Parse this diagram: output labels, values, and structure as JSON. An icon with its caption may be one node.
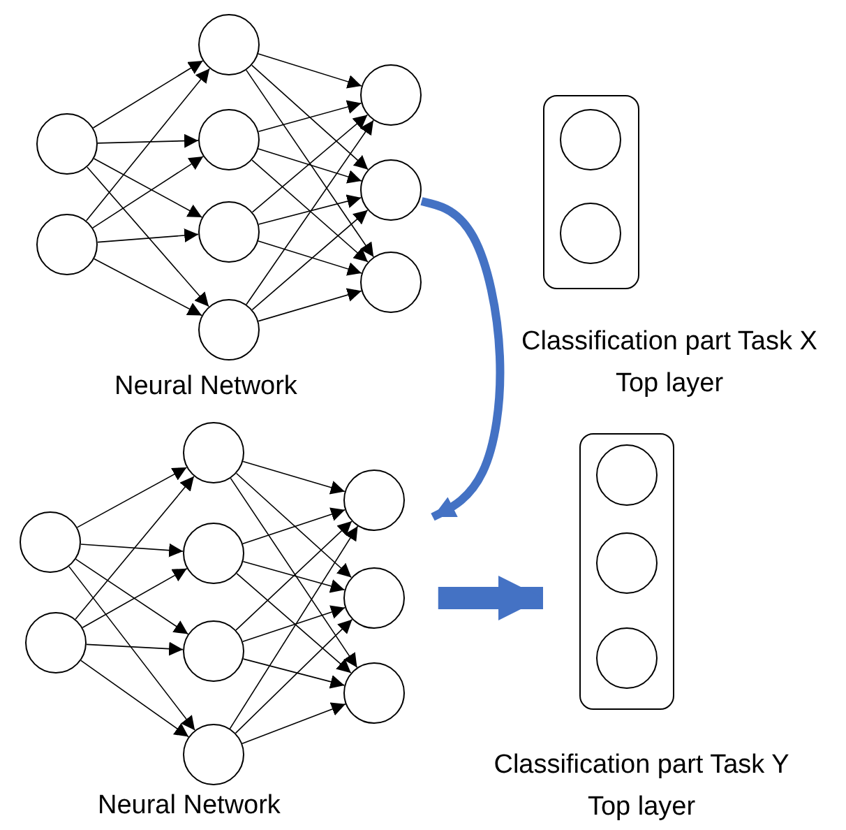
{
  "diagram": {
    "nodes": [
      {
        "text": [],
        "shape": "circle"
      },
      {
        "text": [],
        "shape": "circle"
      },
      {
        "text": [],
        "shape": "circle"
      },
      {
        "text": [],
        "shape": "circle"
      },
      {
        "text": [],
        "shape": "circle"
      },
      {
        "text": [],
        "shape": "circle"
      },
      {
        "text": [],
        "shape": "circle"
      },
      {
        "text": [],
        "shape": "circle"
      },
      {
        "text": [],
        "shape": "circle"
      },
      {
        "text": [
          "Classification part Task X Top layer"
        ]
      },
      {
        "text": [],
        "shape": "circle",
        "in": 9
      },
      {
        "text": [],
        "shape": "circle",
        "in": 9
      },
      {
        "text": [],
        "shape": "circle"
      },
      {
        "text": [],
        "shape": "circle"
      },
      {
        "text": [],
        "shape": "circle"
      },
      {
        "text": [],
        "shape": "circle"
      },
      {
        "text": [],
        "shape": "circle"
      },
      {
        "text": [],
        "shape": "circle"
      },
      {
        "text": [],
        "shape": "circle"
      },
      {
        "text": [],
        "shape": "circle"
      },
      {
        "text": [],
        "shape": "circle"
      },
      {
        "text": [
          "Classification part Task Y Top layer"
        ]
      },
      {
        "text": [],
        "shape": "circle",
        "in": 21
      },
      {
        "text": [],
        "shape": "circle",
        "in": 21
      },
      {
        "text": [],
        "shape": "circle",
        "in": 21
      }
    ],
    "edges": [
      {
        "from": 0,
        "to": 2,
        "arrow": "to"
      },
      {
        "from": 0,
        "to": 3,
        "arrow": "to"
      },
      {
        "from": 0,
        "to": 4,
        "arrow": "to"
      },
      {
        "from": 0,
        "to": 5,
        "arrow": "to"
      },
      {
        "from": 1,
        "to": 2,
        "arrow": "to"
      },
      {
        "from": 1,
        "to": 3,
        "arrow": "to"
      },
      {
        "from": 1,
        "to": 4,
        "arrow": "to"
      },
      {
        "from": 1,
        "to": 5,
        "arrow": "to"
      },
      {
        "from": 2,
        "to": 6,
        "arrow": "to"
      },
      {
        "from": 2,
        "to": 7,
        "arrow": "to"
      },
      {
        "from": 2,
        "to": 8,
        "arrow": "to"
      },
      {
        "from": 3,
        "to": 6,
        "arrow": "to"
      },
      {
        "from": 3,
        "to": 7,
        "arrow": "to"
      },
      {
        "from": 3,
        "to": 8,
        "arrow": "to"
      },
      {
        "from": 4,
        "to": 6,
        "arrow": "to"
      },
      {
        "from": 4,
        "to": 7,
        "arrow": "to"
      },
      {
        "from": 4,
        "to": 8,
        "arrow": "to"
      },
      {
        "from": 5,
        "to": 6,
        "arrow": "to"
      },
      {
        "from": 5,
        "to": 7,
        "arrow": "to"
      },
      {
        "from": 5,
        "to": 8,
        "arrow": "to"
      },
      {
        "from": 12,
        "to": 14,
        "arrow": "to"
      },
      {
        "from": 12,
        "to": 15,
        "arrow": "to"
      },
      {
        "from": 12,
        "to": 16,
        "arrow": "to"
      },
      {
        "from": 12,
        "to": 17,
        "arrow": "to"
      },
      {
        "from": 13,
        "to": 14,
        "arrow": "to"
      },
      {
        "from": 13,
        "to": 15,
        "arrow": "to"
      },
      {
        "from": 13,
        "to": 16,
        "arrow": "to"
      },
      {
        "from": 13,
        "to": 17,
        "arrow": "to"
      },
      {
        "from": 14,
        "to": 18,
        "arrow": "to"
      },
      {
        "from": 14,
        "to": 19,
        "arrow": "to"
      },
      {
        "from": 14,
        "to": 20,
        "arrow": "to"
      },
      {
        "from": 15,
        "to": 18,
        "arrow": "to"
      },
      {
        "from": 15,
        "to": 19,
        "arrow": "to"
      },
      {
        "from": 15,
        "to": 20,
        "arrow": "to"
      },
      {
        "from": 16,
        "to": 18,
        "arrow": "to"
      },
      {
        "from": 16,
        "to": 19,
        "arrow": "to"
      },
      {
        "from": 16,
        "to": 20,
        "arrow": "to"
      },
      {
        "from": 17,
        "to": 18,
        "arrow": "to"
      },
      {
        "from": 17,
        "to": 19,
        "arrow": "to"
      },
      {
        "from": 17,
        "to": 20,
        "arrow": "to"
      },
      {
        "from": 7,
        "to": 18,
        "arrow": "to",
        "style": "thick",
        "color": "#4472c4"
      },
      {
        "from": 19,
        "to": 21,
        "arrow": "to",
        "style": "thick",
        "color": "#4472c4"
      }
    ],
    "labels": [
      "Neural Network",
      "Neural Network"
    ]
  }
}
